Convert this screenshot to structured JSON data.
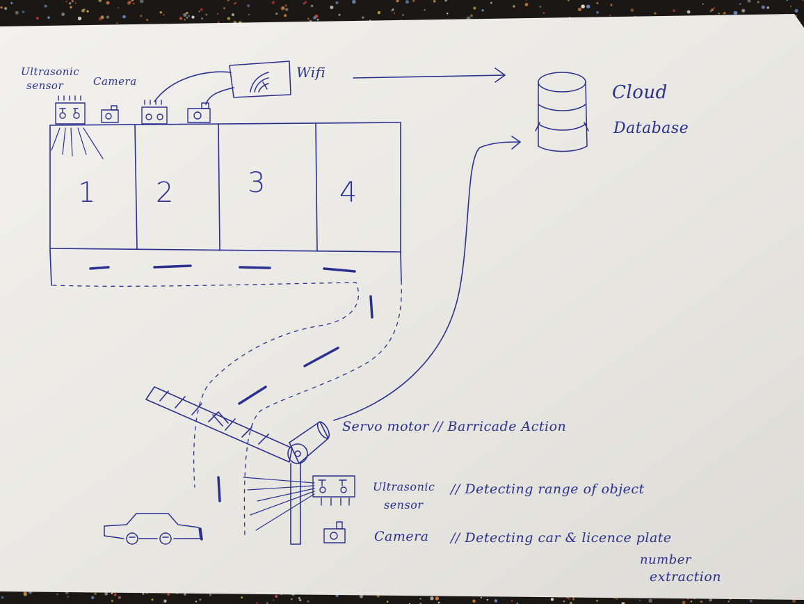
{
  "slots": [
    "1",
    "2",
    "3",
    "4"
  ],
  "labels": {
    "ultrasonic_top_line1": "Ultrasonic",
    "ultrasonic_top_line2": "sensor",
    "camera_top": "Camera",
    "wifi": "Wifi",
    "cloud_line1": "Cloud",
    "cloud_line2": "Database",
    "servo": "Servo motor // Barricade Action",
    "ultrasonic_gate_line1": "Ultrasonic",
    "ultrasonic_gate_line2": "sensor",
    "ultrasonic_gate_desc": "// Detecting range of object",
    "camera_gate": "Camera",
    "camera_gate_desc_line1": "// Detecting car & licence plate",
    "camera_gate_desc_line2": "number",
    "camera_gate_desc_line3": "extraction"
  },
  "colors": {
    "ink": "#2b2f8f",
    "paper": "#ecebe6",
    "background": "#1b1714"
  }
}
